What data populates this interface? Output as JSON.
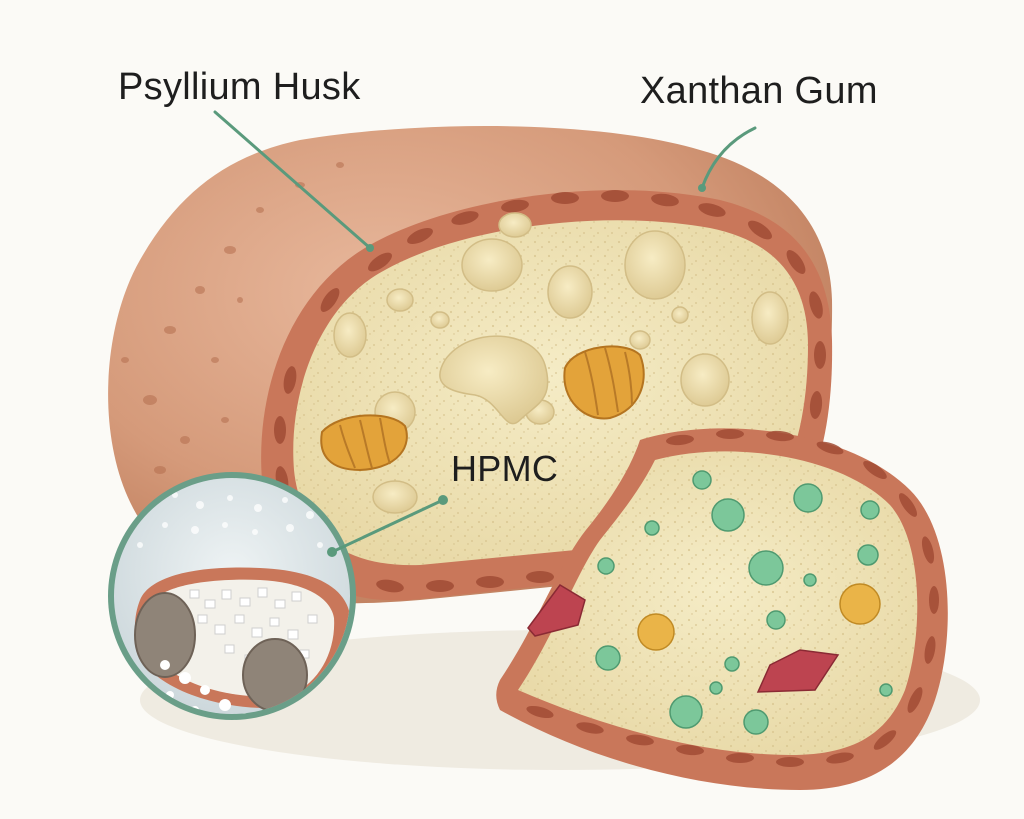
{
  "labels": {
    "psyllium": "Psyllium Husk",
    "xanthan": "Xanthan Gum",
    "hpmc": "HPMC"
  },
  "colors": {
    "leader_line": "#5a9a7c",
    "crust": "#c8886a",
    "crumb": "#efe3b8",
    "inclusion_green": "#7cc79a",
    "inclusion_orange": "#e8a83c",
    "inclusion_red": "#b8404a",
    "inset_ring": "#6a9e88"
  },
  "icons": {
    "magnifier": "magnified-inset"
  }
}
